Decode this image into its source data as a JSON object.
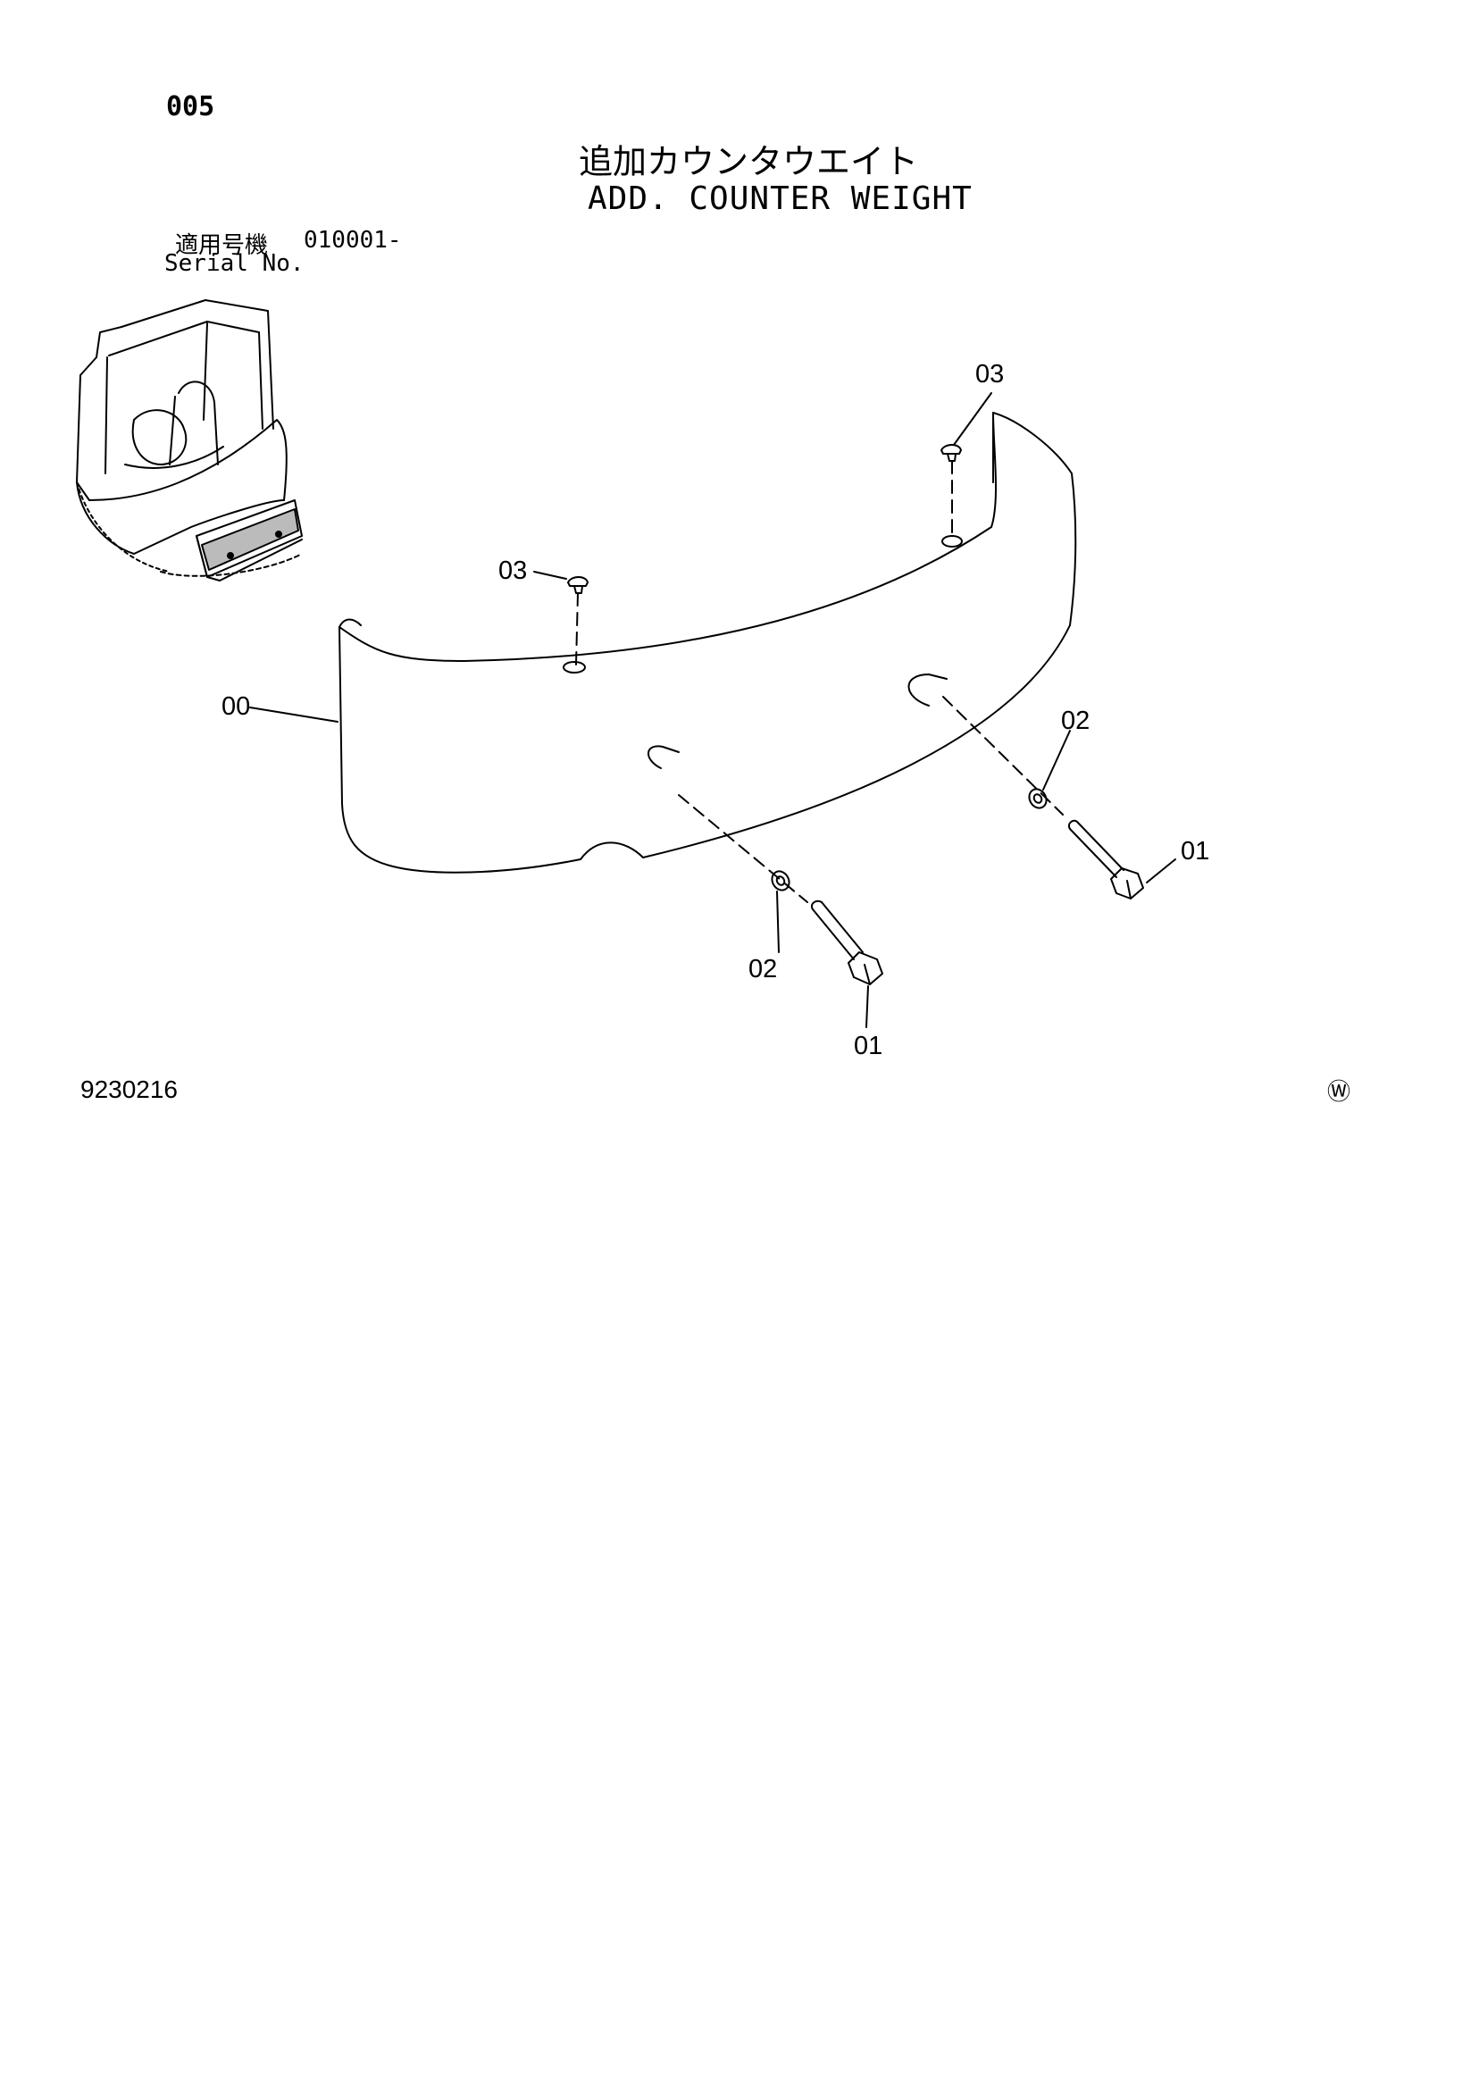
{
  "header": {
    "page_number": "005",
    "title_jp": "追加カウンタウエイト",
    "title_en": "ADD. COUNTER WEIGHT"
  },
  "serial": {
    "label_jp": "適用号機",
    "value": "010001-",
    "label_en": "Serial No."
  },
  "callouts": {
    "c00": "00",
    "c01a": "01",
    "c01b": "01",
    "c02a": "02",
    "c02b": "02",
    "c03a": "03",
    "c03b": "03"
  },
  "footer": {
    "figure_code": "9230216",
    "mark": "Ⓦ"
  }
}
